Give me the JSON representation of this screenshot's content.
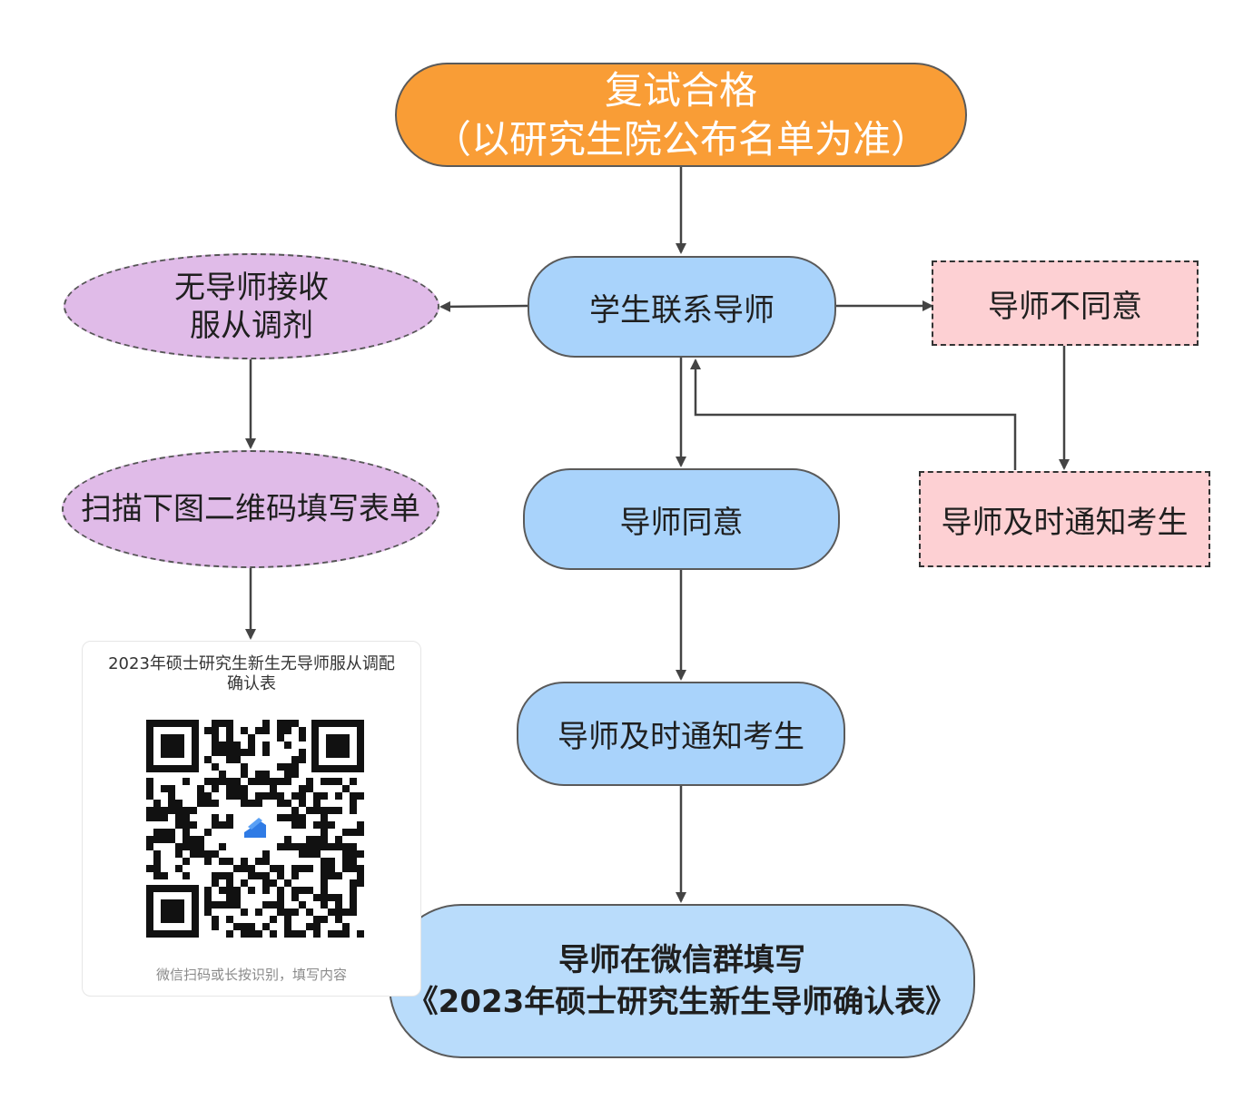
{
  "nodes": {
    "pass_retest": {
      "line1": "复试合格",
      "line2": "（以研究生院公布名单为准）"
    },
    "contact_advisor": "学生联系导师",
    "advisor_disagree": "导师不同意",
    "notify_right": "导师及时通知考生",
    "no_advisor": {
      "line1": "无导师接收",
      "line2": "服从调剂"
    },
    "scan_qr": "扫描下图二维码填写表单",
    "advisor_agree": "导师同意",
    "notify_center": "导师及时通知考生",
    "fill_form": {
      "line1": "导师在微信群填写",
      "line2": "《2023年硕士研究生新生导师确认表》"
    }
  },
  "qr_card": {
    "title": "2023年硕士研究生新生无导师服从调配确认表",
    "caption": "微信扫码或长按识别，填写内容"
  },
  "colors": {
    "top": "#f99d36",
    "blue": "#a9d3fb",
    "purple": "#e0bbe8",
    "pink": "#fdd0d3",
    "arrow": "#444444"
  }
}
